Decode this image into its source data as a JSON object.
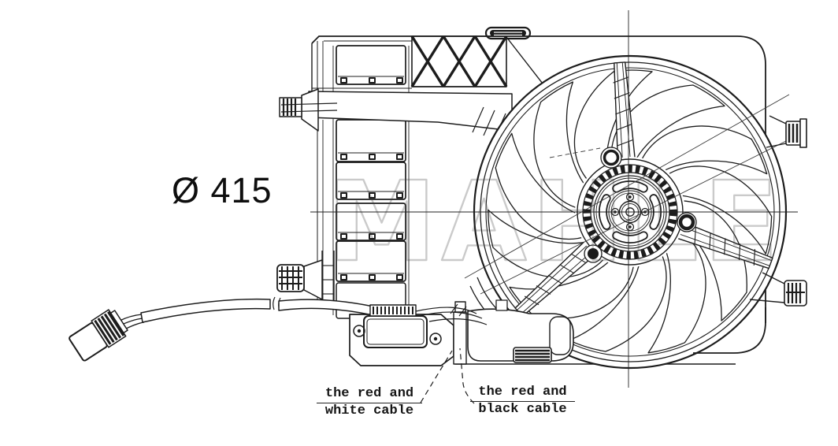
{
  "colors": {
    "background": "#ffffff",
    "line": "#1c1c1c",
    "watermark": "#bdbdbd"
  },
  "watermark": {
    "text": "MAHLE"
  },
  "annotations": {
    "diameter": {
      "text": "Ø 415"
    },
    "left_cable": {
      "line1": "the red and",
      "line2": "white cable"
    },
    "right_cable": {
      "line1": "the red and",
      "line2": "black cable"
    }
  }
}
